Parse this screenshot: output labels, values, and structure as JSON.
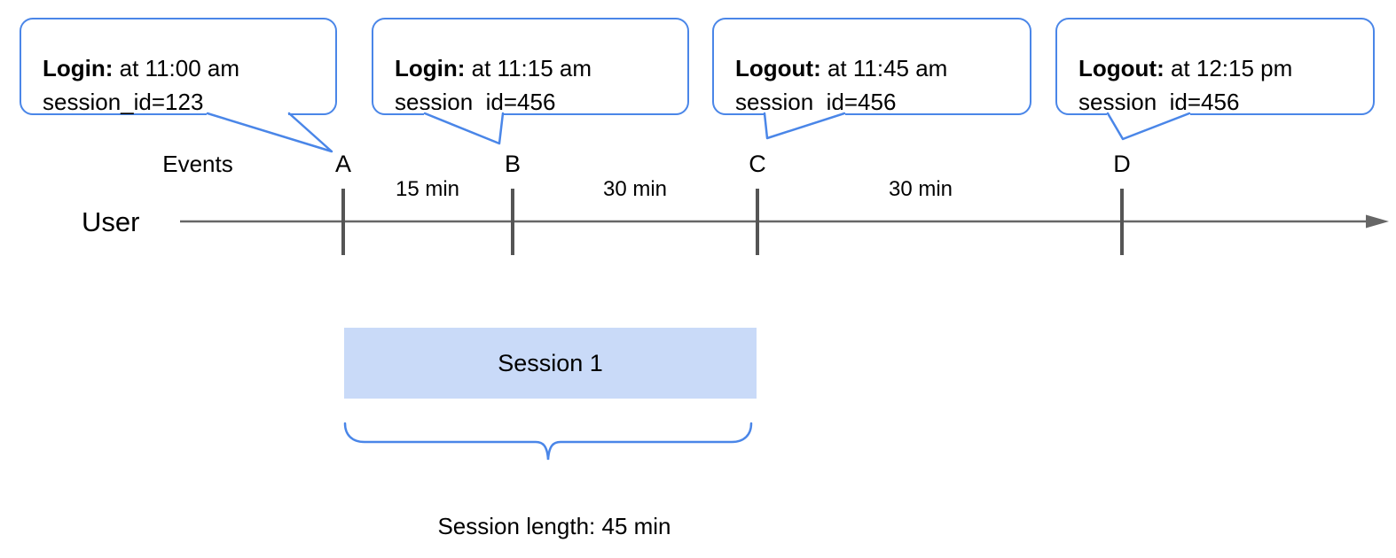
{
  "callouts": [
    {
      "bold": "Login:",
      "rest": " at 11:00 am",
      "session": "session_id=123",
      "target_marker": "A"
    },
    {
      "bold": "Login:",
      "rest": " at 11:15 am",
      "session": "session_id=456",
      "target_marker": "B"
    },
    {
      "bold": "Logout:",
      "rest": " at 11:45 am",
      "session": "session_id=456",
      "target_marker": "C"
    },
    {
      "bold": "Logout:",
      "rest": " at 12:15 pm",
      "session": "session_id=456",
      "target_marker": "D"
    }
  ],
  "timeline": {
    "row_label": "User",
    "events_label": "Events",
    "markers": [
      {
        "letter": "A"
      },
      {
        "letter": "B"
      },
      {
        "letter": "C"
      },
      {
        "letter": "D"
      }
    ],
    "intervals": [
      {
        "label": "15 min"
      },
      {
        "label": "30 min"
      },
      {
        "label": "30 min"
      }
    ]
  },
  "session": {
    "box_label": "Session 1",
    "length_text": "Session length: 45 min"
  },
  "colors": {
    "callout_border": "#4a86e8",
    "session_fill": "#c9daf8",
    "axis_line": "#666666",
    "tick_mark": "#555555",
    "text": "#000000"
  }
}
